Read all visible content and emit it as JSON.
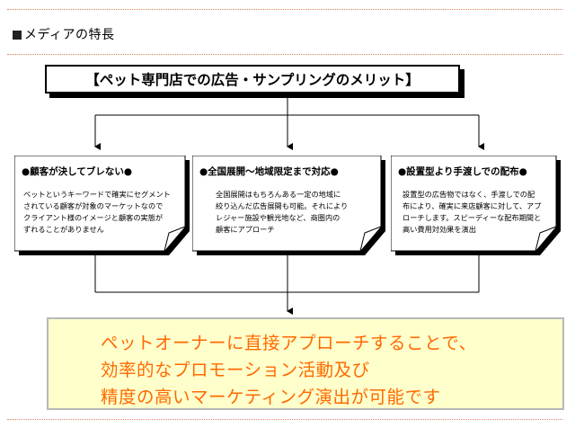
{
  "section": {
    "title": "メディアの特長"
  },
  "header": {
    "title": "【ペット専門店での広告・サンプリングのメリット】"
  },
  "notes": [
    {
      "title": "●顧客が決してブレない●",
      "body": "ペットというキーワードで確実にセグメント\nされている顧客が対象のマーケットなので\nクライアント様のイメージと顧客の実態が\nずれることがありません"
    },
    {
      "title": "●全国展開〜地域限定まで対応●",
      "body": "全国展開はもちろんある一定の地域に\n絞り込んだ広告展開も可能。それにより\nレジャー施設や観光地など、商圏内の\n顧客にアプローチ"
    },
    {
      "title": "●設置型より手渡しでの配布●",
      "body": "設置型の広告物ではなく、手渡しでの配\n布により、確実に来店顧客に対して、アプ\nローチします。スピーディーな配布期間と\n高い費用対効果を演出"
    }
  ],
  "result": {
    "lines": [
      "ペットオーナーに直接アプローチすることで、",
      "効率的なプロモーション活動及び",
      "精度の高いマーケティング演出が可能です"
    ]
  },
  "colors": {
    "accent_text": "#ff6a00",
    "result_bg": "#ffffcc",
    "dotted_rule": "#e0805a"
  }
}
